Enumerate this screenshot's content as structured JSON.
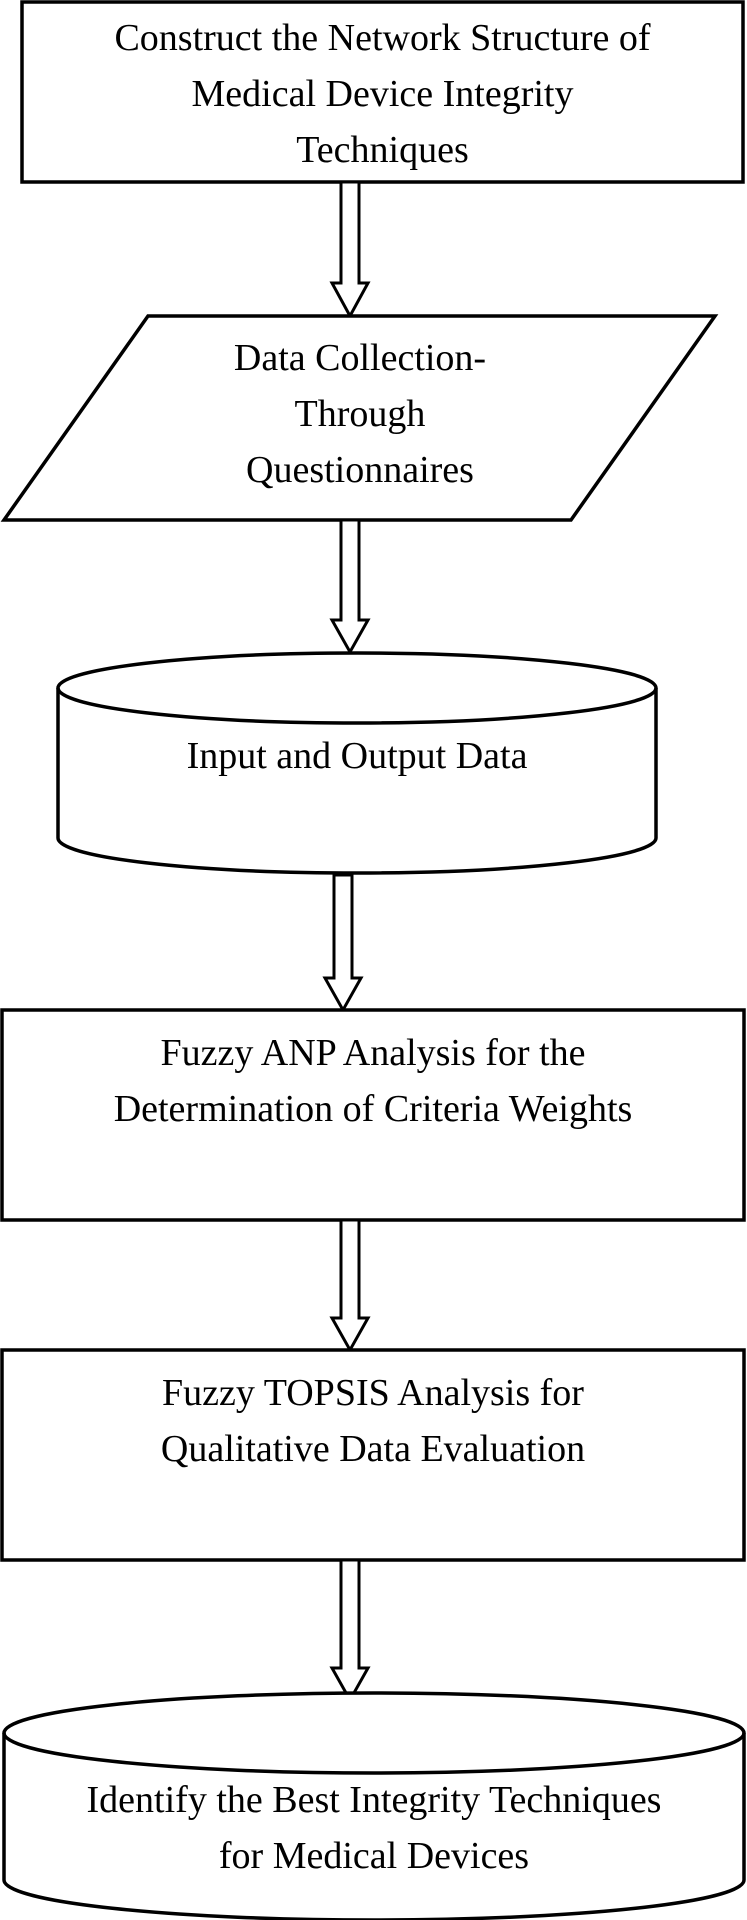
{
  "flowchart": {
    "steps": [
      {
        "shape": "rectangle",
        "text": "Construct the Network Structure of\nMedical Device Integrity\nTechniques"
      },
      {
        "shape": "parallelogram",
        "text": "Data Collection-\nThrough\nQuestionnaires"
      },
      {
        "shape": "cylinder",
        "text": "Input and Output Data"
      },
      {
        "shape": "rectangle",
        "text": "Fuzzy ANP Analysis for the\nDetermination of Criteria Weights"
      },
      {
        "shape": "rectangle",
        "text": "Fuzzy TOPSIS Analysis for\nQualitative Data Evaluation"
      },
      {
        "shape": "cylinder",
        "text": "Identify the Best Integrity Techniques\nfor Medical Devices"
      }
    ],
    "arrow_style": "hollow-double-shaft"
  }
}
